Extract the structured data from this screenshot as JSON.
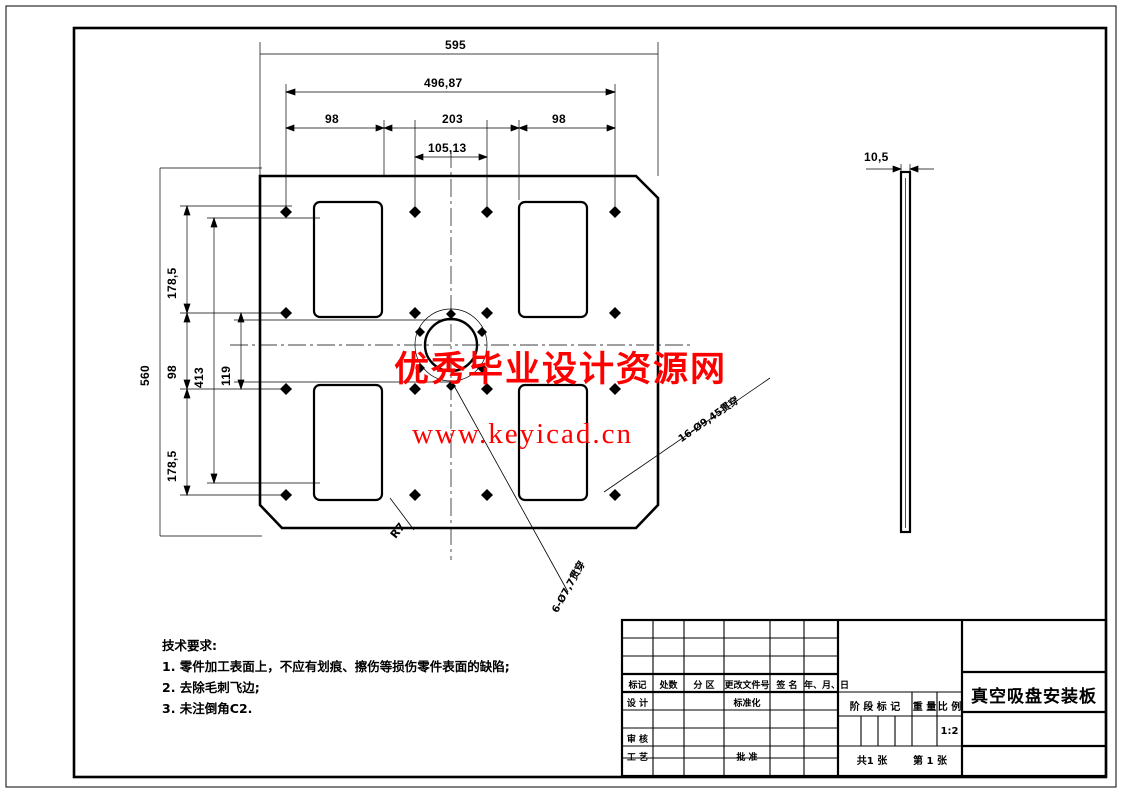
{
  "drawing": {
    "kind": "mechanical-part-drawing",
    "part_name": "真空吸盘安装板",
    "scale": "1:2",
    "sheet_total": "共1  张",
    "sheet_index": "第  1 张"
  },
  "dimensions": {
    "top_overall": "595",
    "top_second": "496,87",
    "top_left_span": "98",
    "top_mid_span": "203",
    "top_right_span": "98",
    "top_inner": "105,13",
    "left_overall": "560",
    "left_upper": "178,5",
    "left_mid_small": "98",
    "left_413": "413",
    "left_119": "119",
    "left_lower": "178,5",
    "thickness": "10,5",
    "corner_radius": "R7"
  },
  "callouts": {
    "holes_16": "16-Ø9,45贯穿",
    "holes_6": "6-Ø7,7贯穿"
  },
  "tech_notes": {
    "heading": "技术要求:",
    "lines": [
      "1. 零件加工表面上，不应有划痕、擦伤等损伤零件表面的缺陷;",
      "2. 去除毛刺飞边;",
      "3. 未注倒角C2."
    ],
    "line1": "1. 零件加工表面上，不应有划痕、擦伤等损伤零件表面的缺陷;",
    "line2": "2. 去除毛刺飞边;",
    "line3": "3. 未注倒角C2."
  },
  "watermark": {
    "line1": "优秀毕业设计资源网",
    "line2": "www.keyicad.cn",
    "color": "#ff0000"
  },
  "title_block": {
    "rev_headers": [
      "标记",
      "处数",
      "分 区",
      "更改文件号",
      "签 名",
      "年、月、日"
    ],
    "h_mark": "标记",
    "h_qty": "处数",
    "h_zone": "分 区",
    "h_docno": "更改文件号",
    "h_sign": "签 名",
    "h_date": "年、月、日",
    "r_design": "设 计",
    "r_standard": "标准化",
    "r_review": "审 核",
    "r_process": "工 艺",
    "r_approve": "批 准",
    "stage_mark": "阶 段 标 记",
    "weight": "重 量",
    "ratio": "比 例",
    "ratio_value": "1:2"
  },
  "colors": {
    "line": "#000000",
    "watermark": "#ff0000",
    "background": "#ffffff"
  }
}
